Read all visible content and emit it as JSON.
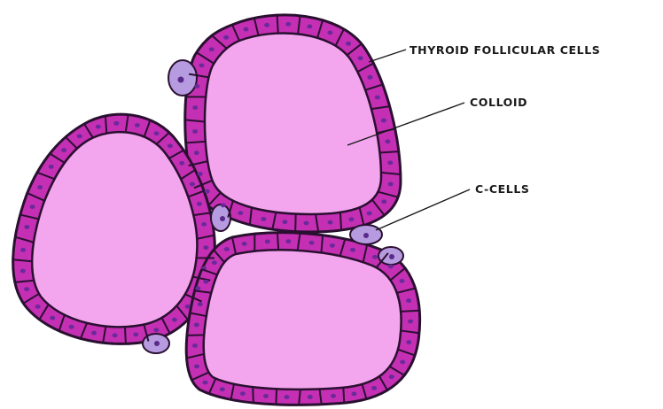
{
  "labels": {
    "thyroid_follicular_cells": "THYROID FOLLICULAR CELLS",
    "colloid": "COLLOID",
    "c_cells": "C-CELLS"
  },
  "colors": {
    "colloid_fill": "#f3a6ee",
    "cell_fill": "#c52fb4",
    "cell_outline": "#2a1030",
    "nucleus": "#6a2a9a",
    "c_cell_fill": "#b79be0",
    "c_cell_nucleus": "#5a2a8a"
  }
}
